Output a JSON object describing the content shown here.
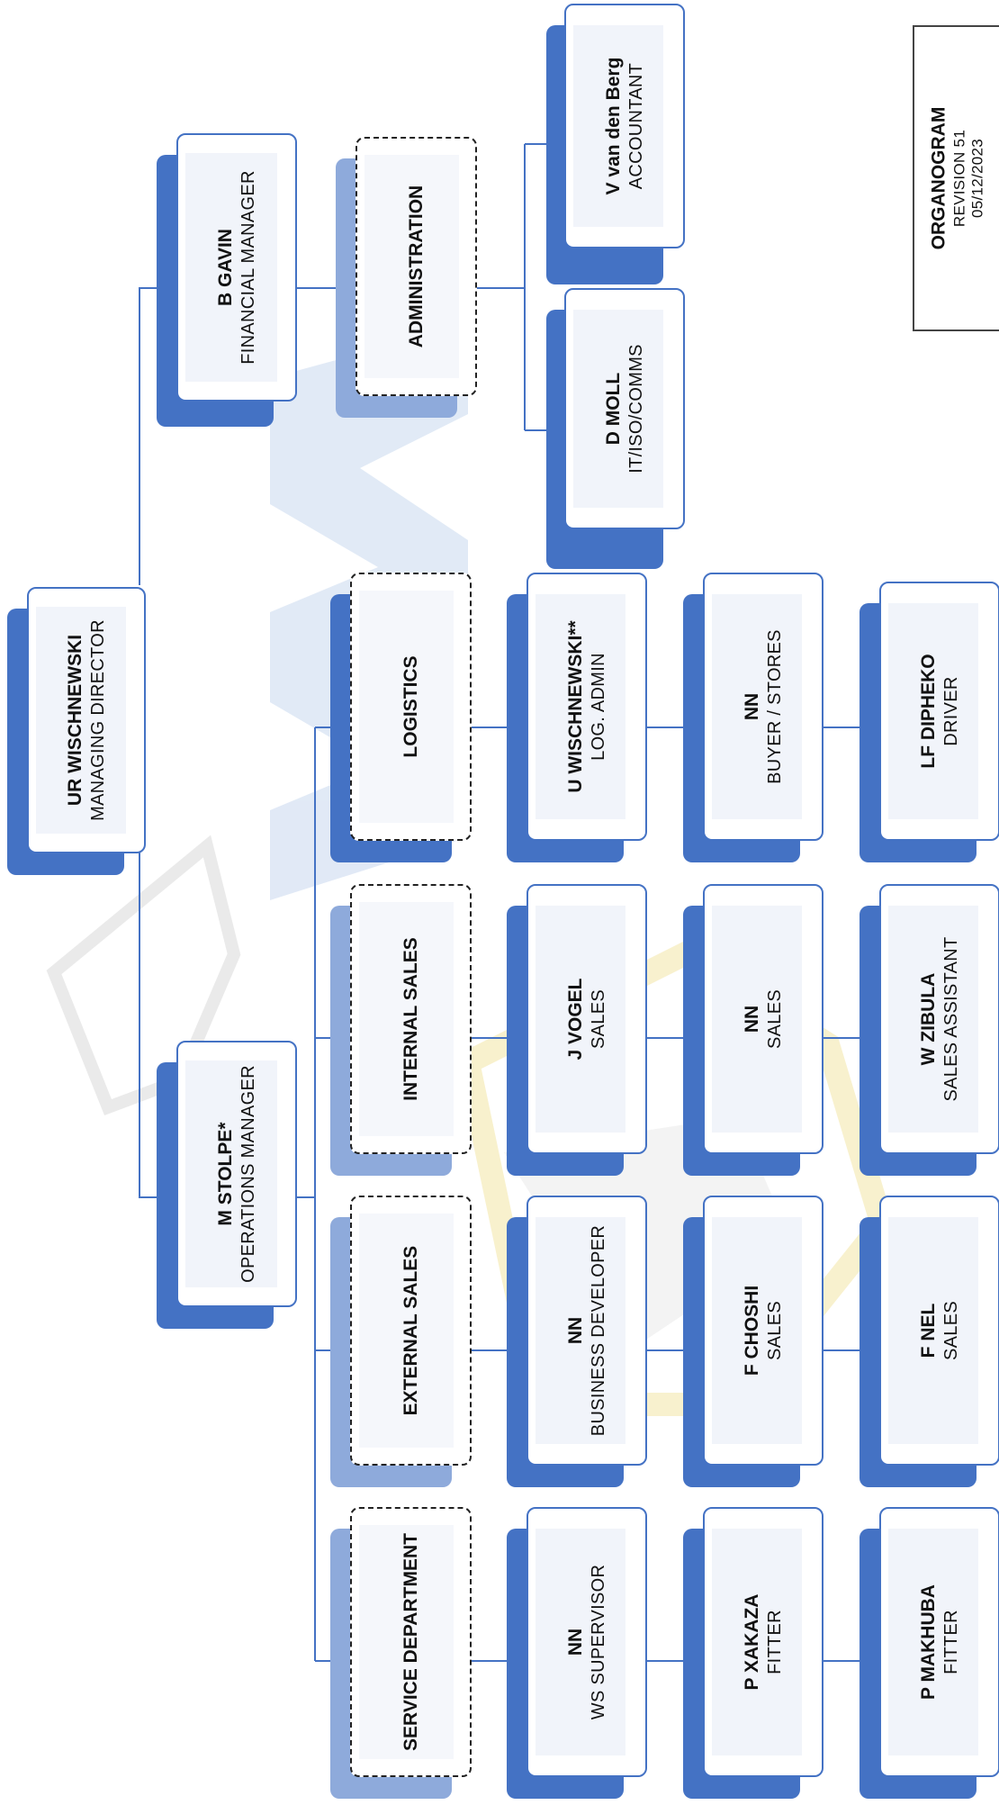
{
  "chart": {
    "title": "ORGANOGRAM",
    "revision": "REVISION 51",
    "date": "05/12/2023"
  },
  "colors": {
    "accent": "#4472c4",
    "department_shadow": "#8eaadb",
    "connector": "#4472c4",
    "watermark_blue": "#c9d8ef",
    "watermark_yellow": "#f3e6a6"
  },
  "nodes": {
    "managing_director": {
      "name": "UR WISCHNEWSKI",
      "role": "MANAGING DIRECTOR"
    },
    "financial_manager": {
      "name": "B GAVIN",
      "role": "FINANCIAL MANAGER"
    },
    "operations_manager": {
      "name": "M STOLPE*",
      "role": "OPERATIONS MANAGER"
    },
    "administration": {
      "name": "ADMINISTRATION"
    },
    "accountant": {
      "name": "V van den Berg",
      "role": "ACCOUNTANT"
    },
    "it_iso_comms": {
      "name": "D MOLL",
      "role": "IT/ISO/COMMS"
    },
    "logistics": {
      "name": "LOGISTICS"
    },
    "log_admin": {
      "name": "U WISCHNEWSKI**",
      "role": "LOG. ADMIN"
    },
    "buyer_stores": {
      "name": "NN",
      "role": "BUYER / STORES"
    },
    "driver": {
      "name": "LF DIPHEKO",
      "role": "DRIVER"
    },
    "internal_sales": {
      "name": "INTERNAL SALES"
    },
    "sales_vogel": {
      "name": "J VOGEL",
      "role": "SALES"
    },
    "sales_nn": {
      "name": "NN",
      "role": "SALES"
    },
    "sales_assistant": {
      "name": "W ZIBULA",
      "role": "SALES ASSISTANT"
    },
    "external_sales": {
      "name": "EXTERNAL SALES"
    },
    "business_developer": {
      "name": "NN",
      "role": "BUSINESS DEVELOPER"
    },
    "sales_choshi": {
      "name": "F CHOSHI",
      "role": "SALES"
    },
    "sales_nel": {
      "name": "F NEL",
      "role": "SALES"
    },
    "service_department": {
      "name": "SERVICE DEPARTMENT"
    },
    "ws_supervisor": {
      "name": "NN",
      "role": "WS SUPERVISOR"
    },
    "fitter_xakaza": {
      "name": "P XAKAZA",
      "role": "FITTER"
    },
    "fitter_makhuba": {
      "name": "P MAKHUBA",
      "role": "FITTER"
    }
  }
}
